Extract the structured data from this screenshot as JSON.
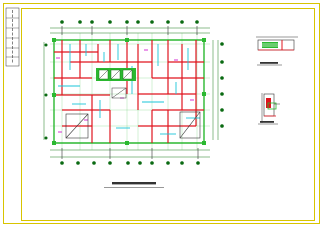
{
  "drawing": {
    "type": "CAD architectural floor plan sheet",
    "background": "#ffffff",
    "colors": {
      "border": "#d8c400",
      "grid_bubble": "#0a6a12",
      "axis_line": "#1d7a1d",
      "wall_red": "#e0141e",
      "wall_green": "#2bb830",
      "wall_cyan": "#19c6d8",
      "wall_magenta": "#d01ad0",
      "label_dark": "#333333"
    },
    "views": [
      {
        "id": "main-plan",
        "caption_visible": true
      },
      {
        "id": "detail-top",
        "caption_visible": true
      },
      {
        "id": "detail-bottom",
        "caption_visible": true
      }
    ],
    "title_strip": {
      "cells": 6
    }
  }
}
